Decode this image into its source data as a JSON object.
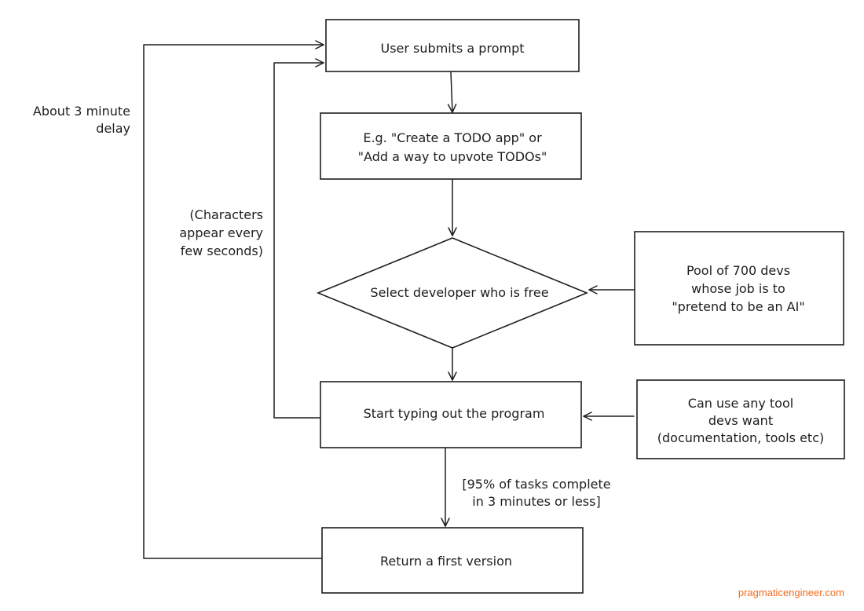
{
  "nodes": {
    "user_submits": "User submits a prompt",
    "example_line1": "E.g. \"Create a TODO app\" or",
    "example_line2": "\"Add a way to upvote TODOs\"",
    "select_developer": "Select developer who is free",
    "pool_line1": "Pool of 700 devs",
    "pool_line2": "whose job is to",
    "pool_line3": "\"pretend to be an AI\"",
    "start_typing": "Start typing out the program",
    "tool_line1": "Can use any tool",
    "tool_line2": "devs want",
    "tool_line3": "(documentation, tools etc)",
    "return_first": "Return a first version"
  },
  "labels": {
    "delay_line1": "About 3 minute",
    "delay_line2": "delay",
    "chars_line1": "(Characters",
    "chars_line2": "appear every",
    "chars_line3": "few seconds)",
    "tasks_line1": "[95% of tasks complete",
    "tasks_line2": "in 3 minutes or less]"
  },
  "watermark": "pragmaticengineer.com",
  "colors": {
    "stroke": "#1e1e1e",
    "watermark": "#f26b1d"
  }
}
